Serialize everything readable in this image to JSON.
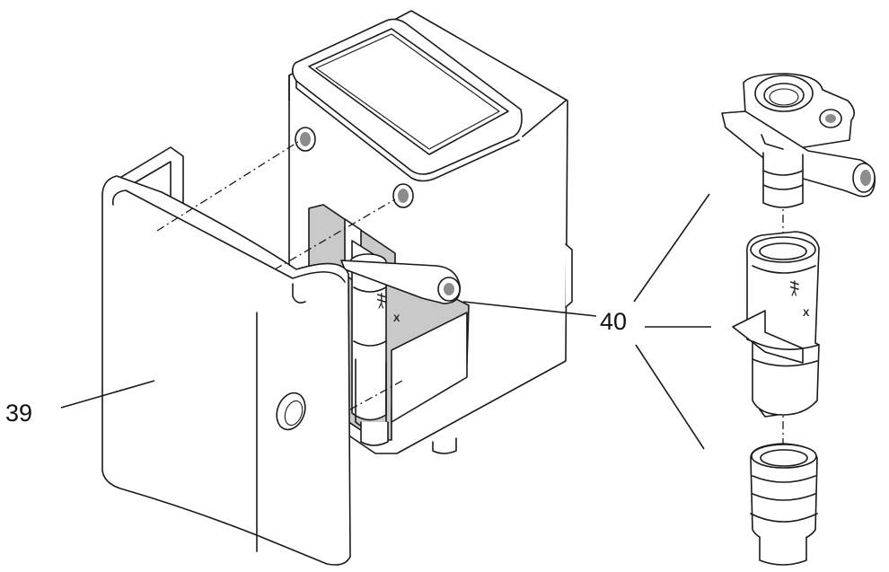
{
  "labels": {
    "cover": "39",
    "parts": "40"
  },
  "part_markings": {
    "arrow_text": ">ᚋᚋ",
    "x_mark": "X"
  },
  "colors": {
    "ink": "#1a1a1a",
    "shade": "#c9c9c9",
    "background": "#ffffff"
  }
}
